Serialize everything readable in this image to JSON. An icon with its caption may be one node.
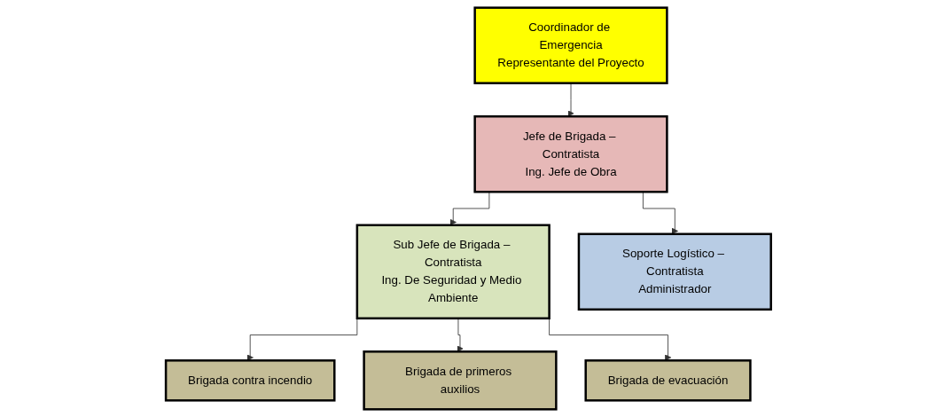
{
  "diagram": {
    "nodes": [
      {
        "text": [
          "Coordinador de Emergencia",
          "Representante del Proyecto"
        ]
      },
      {
        "text": [
          "Jefe de Brigada – Contratista",
          "Ing. Jefe de Obra"
        ]
      },
      {
        "text": [
          "Sub Jefe de Brigada – Contratista",
          "Ing. De Seguridad y Medio Ambiente"
        ]
      },
      {
        "text": [
          "Soporte Logístico – Contratista",
          "Administrador"
        ]
      },
      {
        "text": [
          "Brigada contra incendio"
        ]
      },
      {
        "text": [
          "Brigada de primeros auxilios"
        ]
      },
      {
        "text": [
          "Brigada de evacuación"
        ]
      }
    ],
    "edges": [
      {
        "from": 0,
        "to": 1,
        "arrow": "to"
      },
      {
        "from": 1,
        "to": 2,
        "arrow": "to"
      },
      {
        "from": 1,
        "to": 3,
        "arrow": "to"
      },
      {
        "from": 2,
        "to": 4,
        "arrow": "to"
      },
      {
        "from": 2,
        "to": 5,
        "arrow": "to"
      },
      {
        "from": 2,
        "to": 6,
        "arrow": "to"
      }
    ]
  }
}
